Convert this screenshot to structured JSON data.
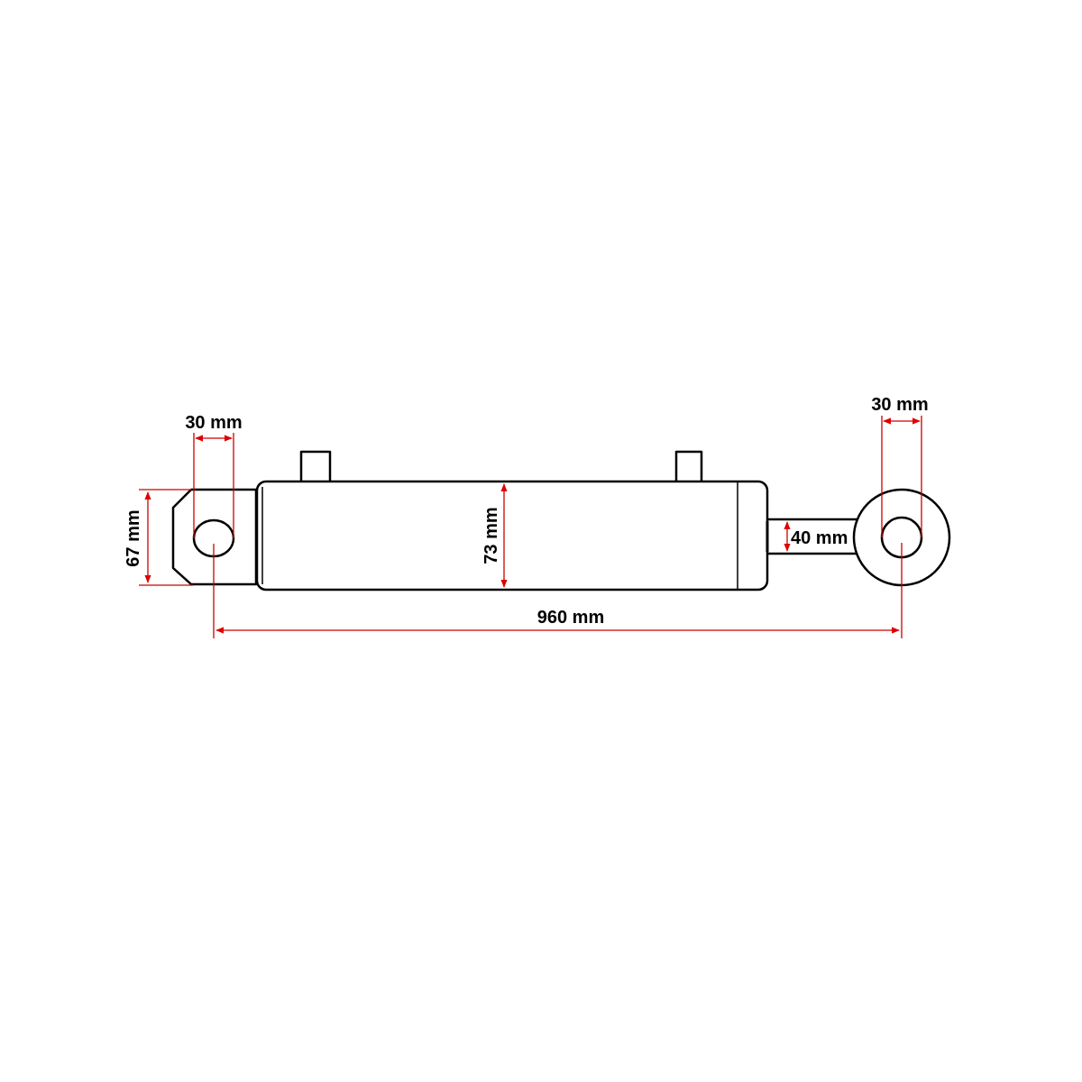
{
  "diagram": {
    "subject": "hydraulic cylinder",
    "colors": {
      "outline": "#000000",
      "dimension": "#cc0000",
      "background": "#ffffff"
    },
    "dimensions": {
      "left_pin_hole": "30 mm",
      "clevis_height": "67 mm",
      "barrel_diameter": "73 mm",
      "rod_diameter": "40 mm",
      "right_eye_hole": "30 mm",
      "pin_to_pin_length": "960 mm"
    }
  }
}
